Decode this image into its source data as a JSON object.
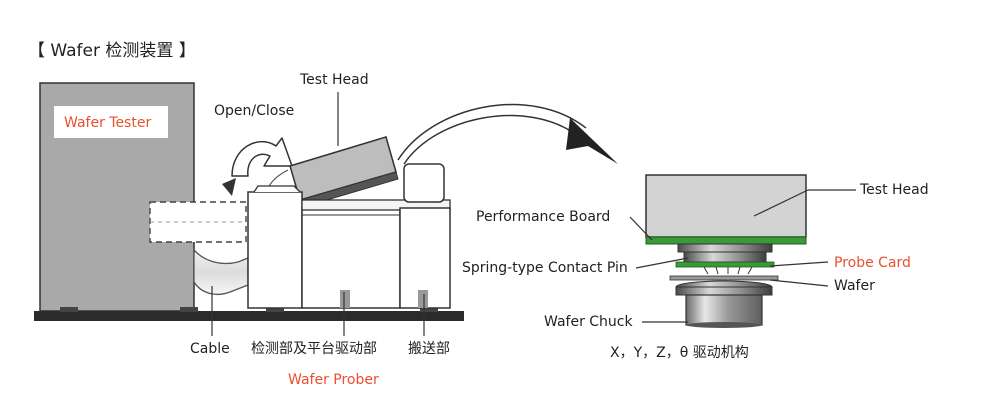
{
  "title": "【 Wafer 检测装置 】",
  "labels": {
    "wafer_tester": "Wafer Tester",
    "open_close": "Open/Close",
    "test_head_left": "Test Head",
    "cable": "Cable",
    "inspection_unit": "检测部及平台驱动部",
    "transport_unit": "搬送部",
    "wafer_prober": "Wafer Prober",
    "performance_board": "Performance Board",
    "test_head_right": "Test Head",
    "spring_pin": "Spring-type Contact Pin",
    "probe_card": "Probe Card",
    "wafer": "Wafer",
    "wafer_chuck": "Wafer Chuck",
    "drive_axes": "X，Y，Z，θ 驱动机构"
  },
  "colors": {
    "accent_red": "#e8512f",
    "board_green": "#3a9a3a",
    "tester_gray": "#a9a9a9"
  },
  "icons": {
    "rotate": "open-close-arrow-icon",
    "transfer": "curved-transfer-arrow-icon"
  }
}
